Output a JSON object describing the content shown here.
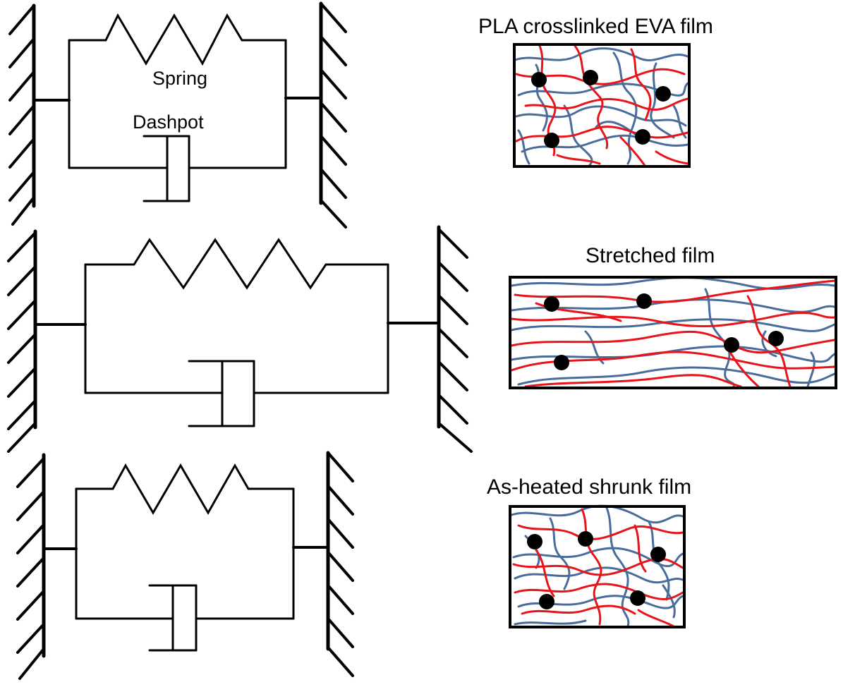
{
  "labels": {
    "spring": "Spring",
    "dashpot": "Dashpot",
    "film_crosslinked": "PLA crosslinked EVA film",
    "film_stretched": "Stretched film",
    "film_shrunk": "As-heated shrunk film"
  },
  "colors": {
    "line": "#000000",
    "red_chain": "#e8141b",
    "blue_chain": "#4a6c9b",
    "crosslink": "#000000"
  }
}
